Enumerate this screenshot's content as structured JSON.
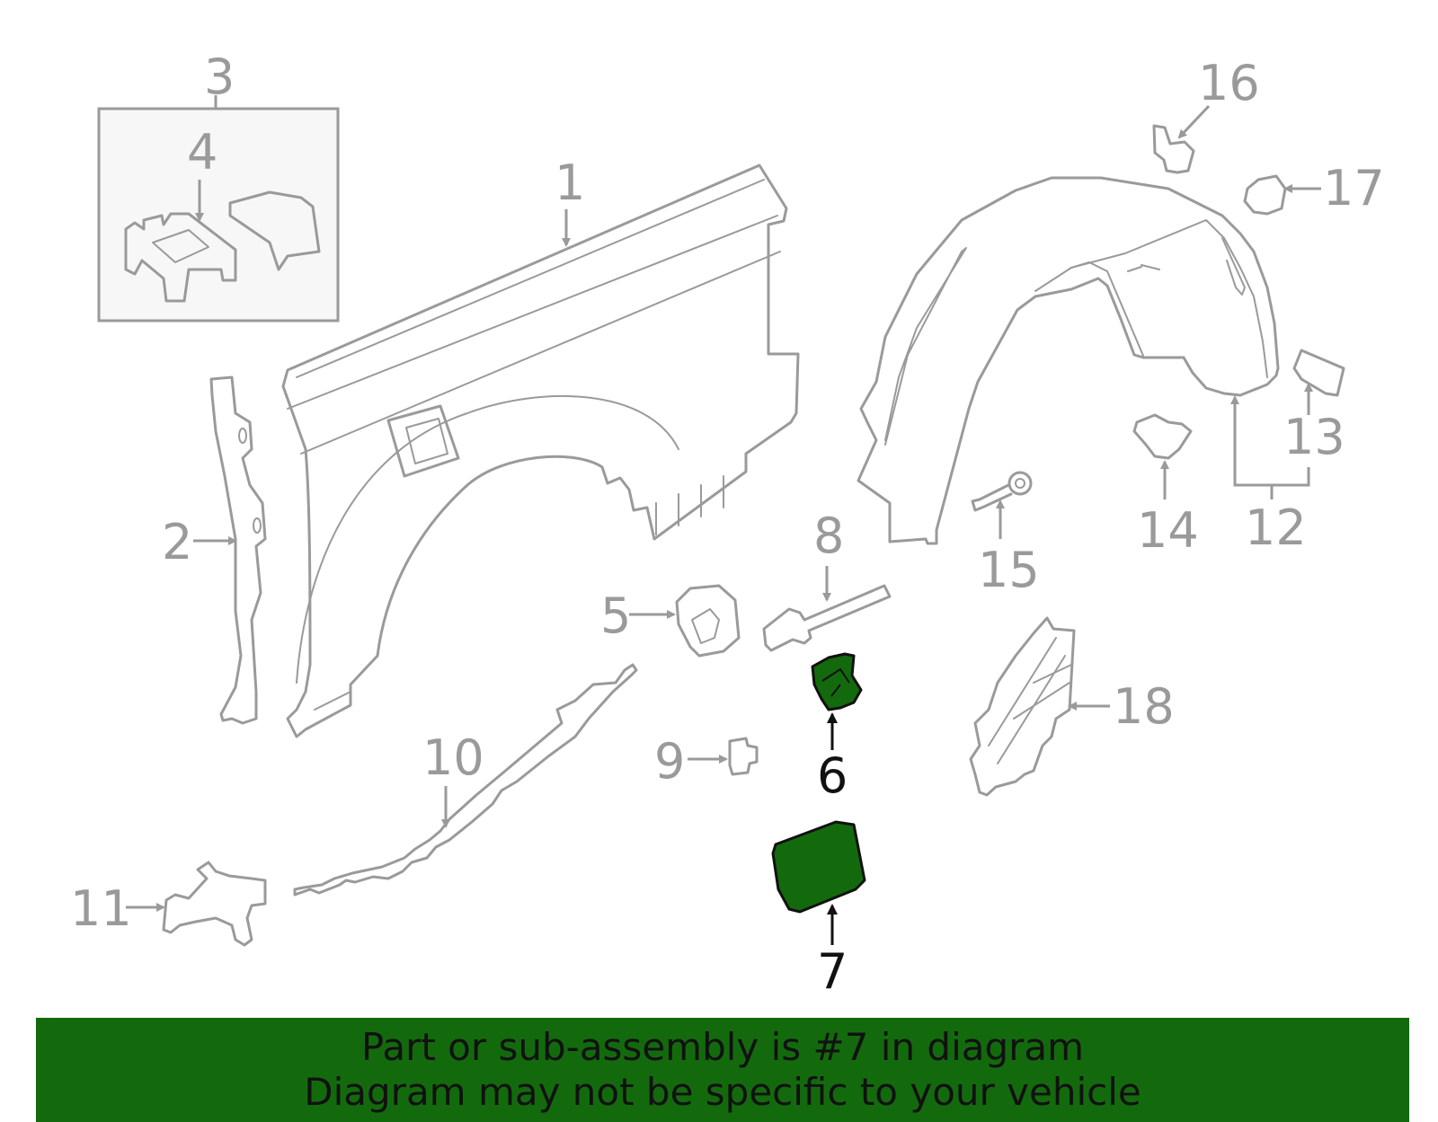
{
  "callouts": {
    "c1": "1",
    "c2": "2",
    "c3": "3",
    "c4": "4",
    "c5": "5",
    "c6": "6",
    "c7": "7",
    "c8": "8",
    "c9": "9",
    "c10": "10",
    "c11": "11",
    "c12": "12",
    "c13": "13",
    "c14": "14",
    "c15": "15",
    "c16": "16",
    "c17": "17",
    "c18": "18"
  },
  "highlighted_parts": [
    "6",
    "7"
  ],
  "colors": {
    "highlight": "#136a0d",
    "line": "#9a9a9a",
    "text": "#111111"
  },
  "banner": {
    "line1": "Part or sub-assembly is #7 in diagram",
    "line2": "Diagram may not be specific to your vehicle"
  }
}
